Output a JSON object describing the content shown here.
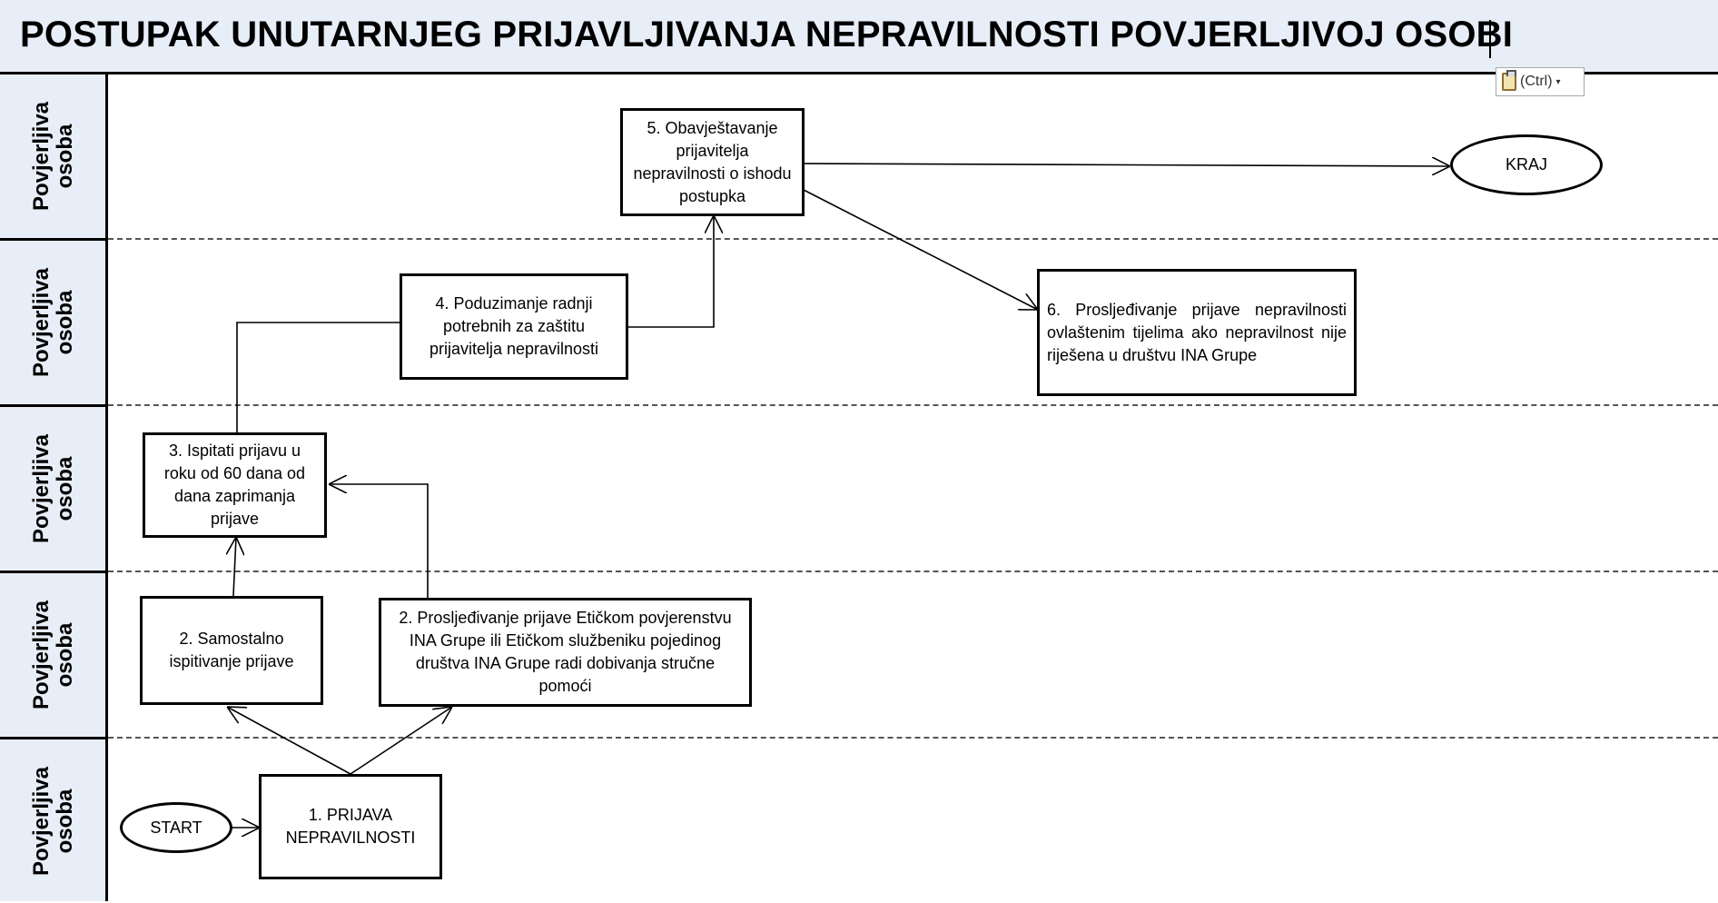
{
  "title": "POSTUPAK UNUTARNJEG PRIJAVLJIVANJA NEPRAVILNOSTI POVJERLJIVOJ OSOBI",
  "paste_options": {
    "label": "(Ctrl)"
  },
  "lanes": [
    {
      "label": "Povjerljiva\nosoba"
    },
    {
      "label": "Povjerljiva\nosoba"
    },
    {
      "label": "Povjerljiva\nosoba"
    },
    {
      "label": "Povjerljiva\nosoba"
    },
    {
      "label": "Povjerljiva\nosoba"
    }
  ],
  "nodes": {
    "start": "START",
    "step1": "1. PRIJAVA NEPRAVILNOSTI",
    "step2a": "2. Samostalno ispitivanje prijave",
    "step2b": "2. Prosljeđivanje prijave Etičkom povjerenstvu INA Grupe ili Etičkom službeniku pojedinog društva INA Grupe radi dobivanja stručne pomoći",
    "step3": "3. Ispitati prijavu u roku od 60 dana od dana zaprimanja prijave",
    "step4": "4. Poduzimanje radnji potrebnih za zaštitu prijavitelja nepravilnosti",
    "step5": "5. Obavještavanje prijavitelja nepravilnosti o ishodu postupka",
    "step6": "6. Prosljeđivanje prijave nepravilnosti ovlaštenim tijelima  ako nepravilnost nije riješena u društvu INA Grupe",
    "end": "KRAJ"
  },
  "colors": {
    "header_bg": "#e8eef7",
    "line": "#000000"
  }
}
